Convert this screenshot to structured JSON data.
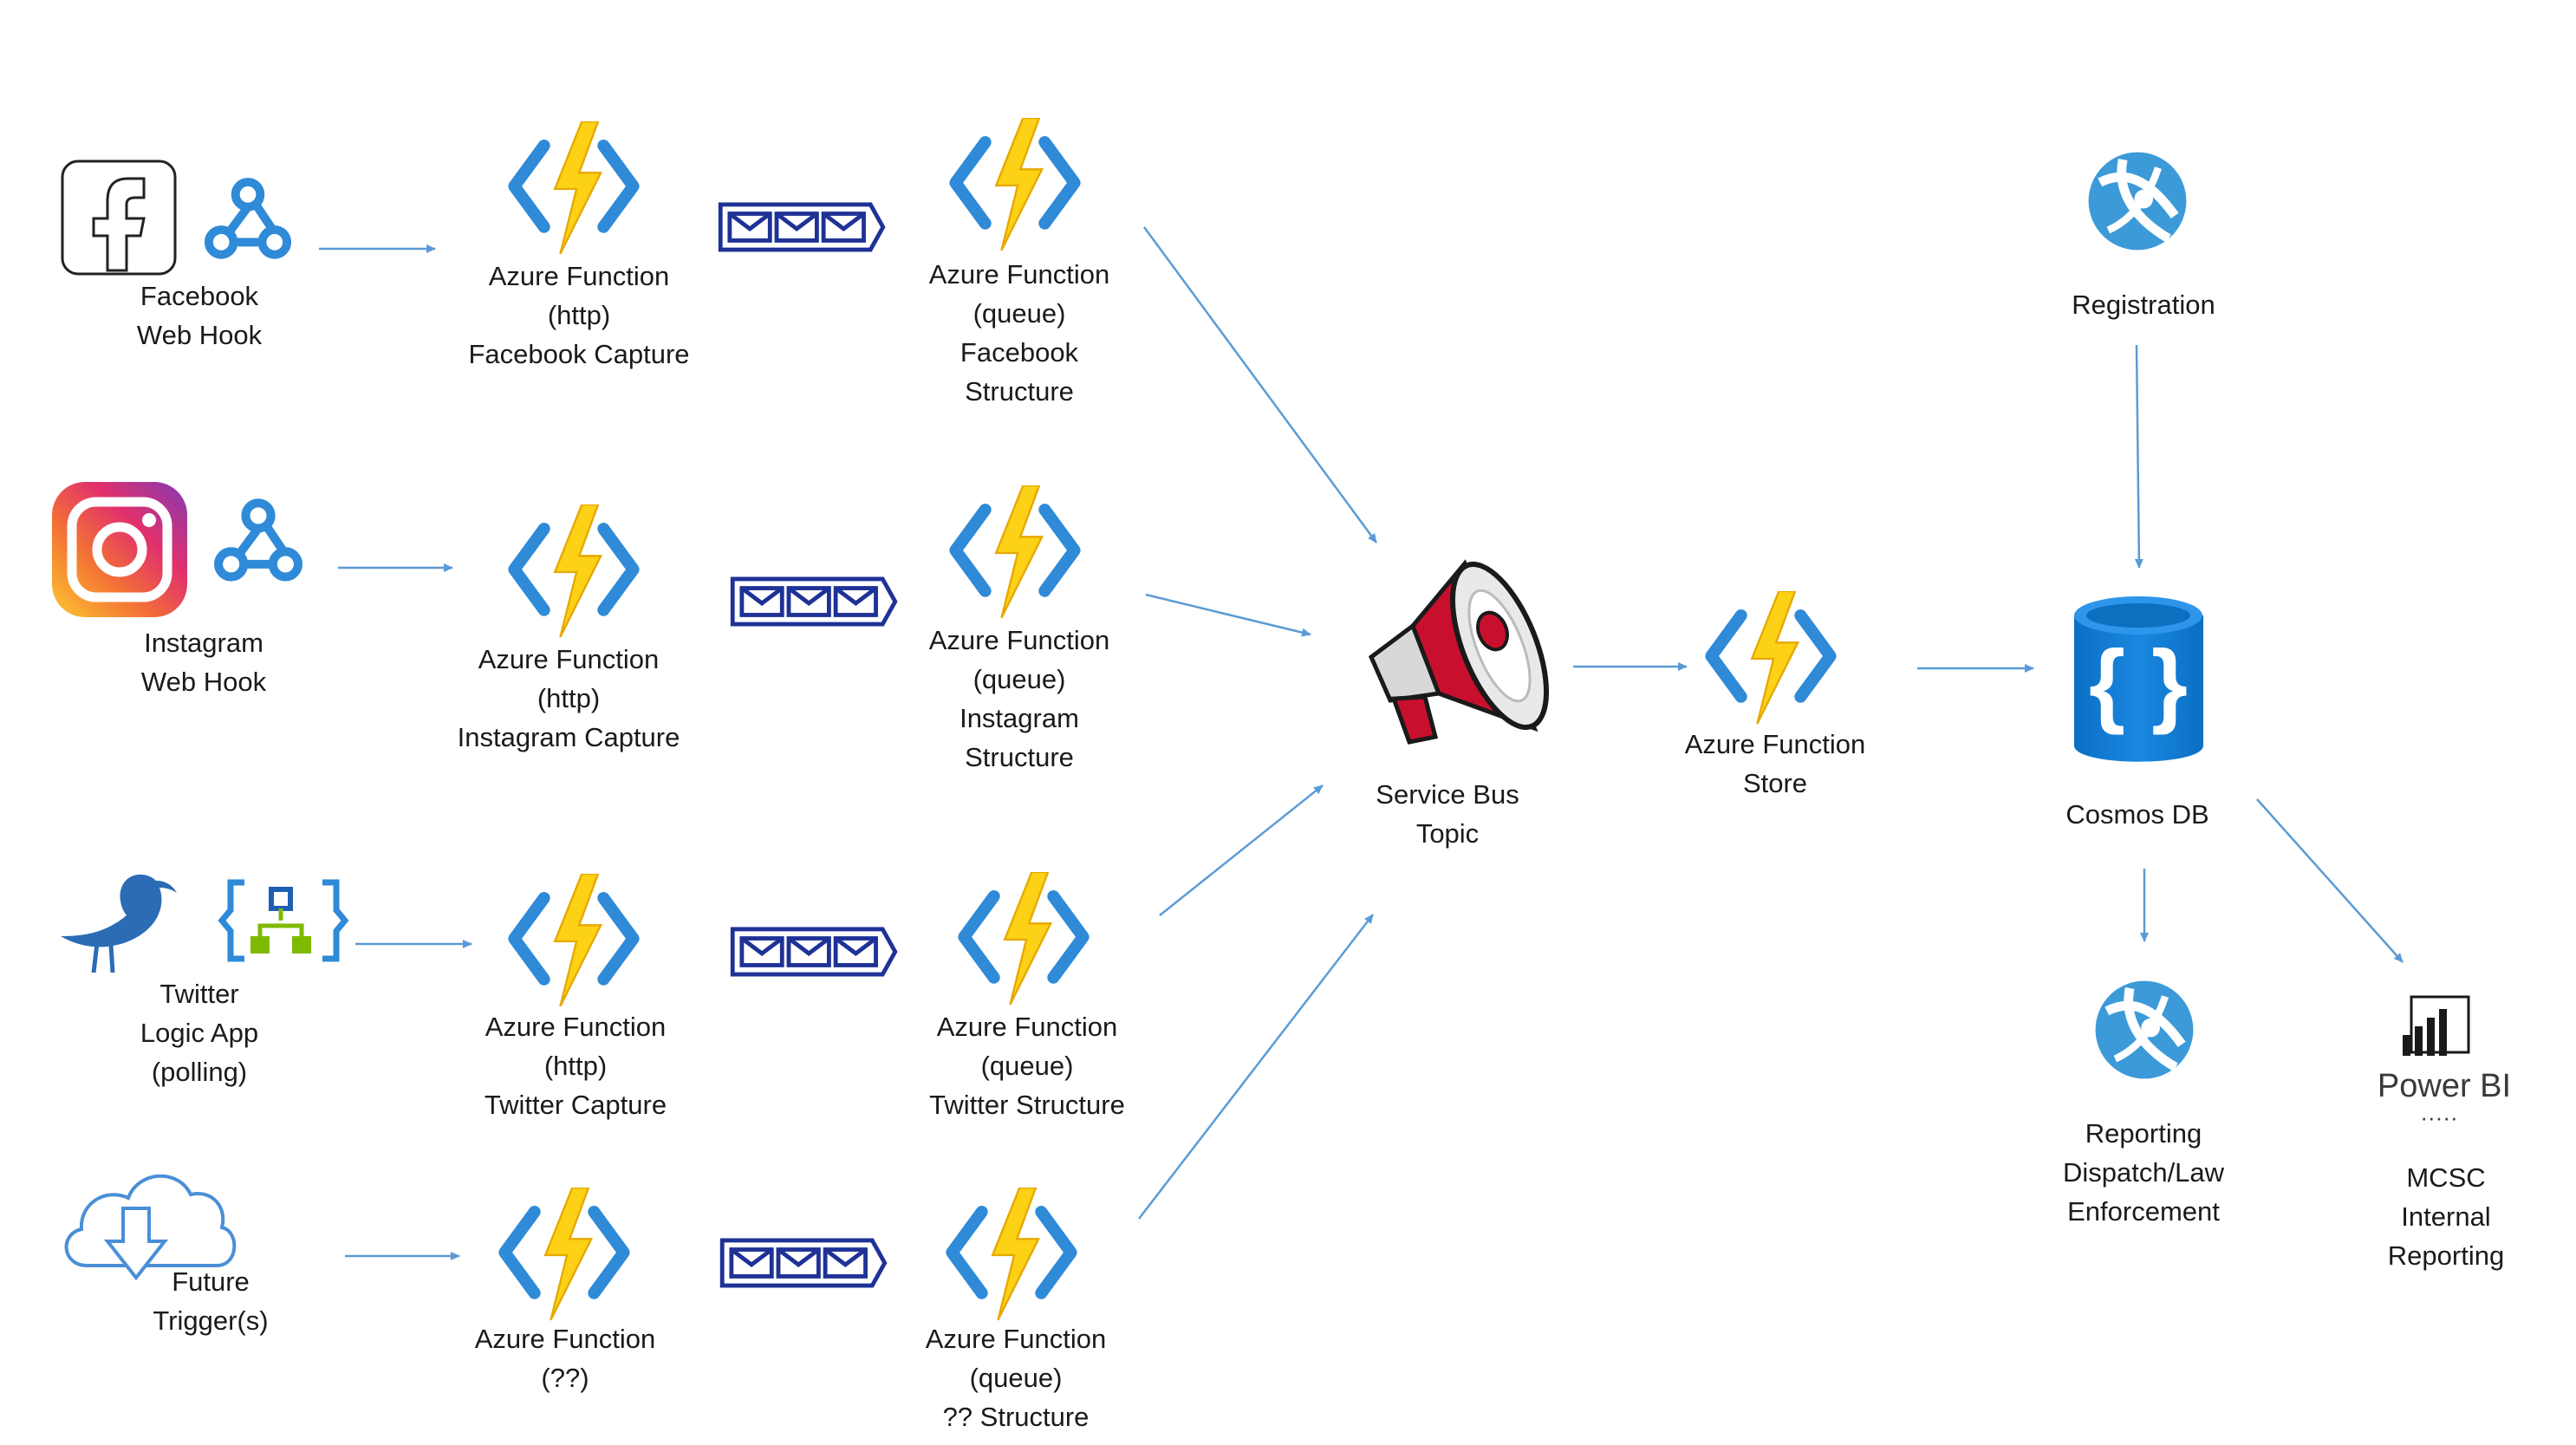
{
  "sources": [
    {
      "lines": [
        "Facebook",
        "Web Hook"
      ]
    },
    {
      "lines": [
        "Instagram",
        "Web Hook"
      ]
    },
    {
      "lines": [
        "Twitter",
        "Logic App",
        "(polling)"
      ]
    },
    {
      "lines": [
        "Future",
        "Trigger(s)"
      ]
    }
  ],
  "capture_functions": [
    {
      "lines": [
        "Azure Function",
        "(http)",
        "Facebook Capture"
      ]
    },
    {
      "lines": [
        "Azure Function",
        "(http)",
        "Instagram Capture"
      ]
    },
    {
      "lines": [
        "Azure Function",
        "(http)",
        "Twitter Capture"
      ]
    },
    {
      "lines": [
        "Azure Function",
        "(??)"
      ]
    }
  ],
  "structure_functions": [
    {
      "lines": [
        "Azure Function",
        "(queue)",
        "Facebook",
        "Structure"
      ]
    },
    {
      "lines": [
        "Azure Function",
        "(queue)",
        "Instagram",
        "Structure"
      ]
    },
    {
      "lines": [
        "Azure Function",
        "(queue)",
        "Twitter Structure"
      ]
    },
    {
      "lines": [
        "Azure Function",
        "(queue)",
        "?? Structure"
      ]
    }
  ],
  "service_bus": {
    "lines": [
      "Service Bus",
      "Topic"
    ]
  },
  "store_function": {
    "lines": [
      "Azure Function",
      "Store"
    ]
  },
  "cosmos": {
    "lines": [
      "Cosmos DB"
    ]
  },
  "registration": {
    "lines": [
      "Registration"
    ]
  },
  "reporting": {
    "lines": [
      "Reporting",
      "Dispatch/Law",
      "Enforcement"
    ]
  },
  "power_bi": {
    "brand": "Power BI",
    "dots": "·····",
    "lines": [
      "MCSC",
      "Internal",
      "Reporting"
    ]
  },
  "colors": {
    "arrow": "#5b9bd5",
    "function_bracket": "#2f8ad8",
    "bolt": "#fcd116",
    "queue": "#1e3296",
    "cosmos": "#0078d4",
    "app_service": "#3c9ad9",
    "megaphone_red": "#c8102e"
  }
}
